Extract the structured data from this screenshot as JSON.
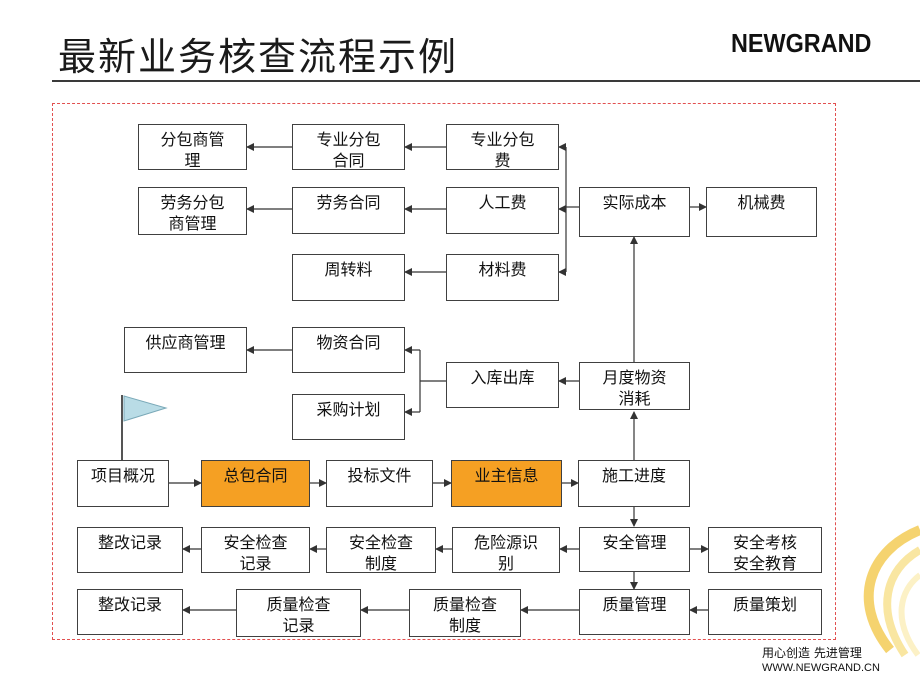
{
  "title": "最新业务核查流程示例",
  "logo": "NEWGRAND",
  "footer": {
    "slogan": "用心创造 先进管理",
    "url": "WWW.NEWGRAND.CN"
  },
  "nodes": {
    "subcontract_mgmt": [
      "分包商管",
      "理"
    ],
    "pro_subcontract_contract": [
      "专业分包",
      "合同"
    ],
    "pro_subcontract_fee": [
      "专业分包",
      "费"
    ],
    "labor_subcontract_mgmt": [
      "劳务分包",
      "商管理"
    ],
    "labor_contract": [
      "劳务合同"
    ],
    "labor_fee": [
      "人工费"
    ],
    "actual_cost": [
      "实际成本"
    ],
    "machinery_fee": [
      "机械费"
    ],
    "turnover_material": [
      "周转料"
    ],
    "material_fee": [
      "材料费"
    ],
    "supplier_mgmt": [
      "供应商管理"
    ],
    "material_contract": [
      "物资合同"
    ],
    "warehouse_io": [
      "入库出库"
    ],
    "monthly_consumption": [
      "月度物资",
      "消耗"
    ],
    "purchase_plan": [
      "采购计划"
    ],
    "project_overview": [
      "项目概况"
    ],
    "general_contract": [
      "总包合同"
    ],
    "bid_document": [
      "投标文件"
    ],
    "owner_info": [
      "业主信息"
    ],
    "construction_progress": [
      "施工进度"
    ],
    "rectify_record_1": [
      "整改记录"
    ],
    "safety_check_record": [
      "安全检查",
      "记录"
    ],
    "safety_check_system": [
      "安全检查",
      "制度"
    ],
    "hazard_identification": [
      "危险源识",
      "别"
    ],
    "safety_mgmt": [
      "安全管理"
    ],
    "safety_assessment": [
      "安全考核",
      "安全教育"
    ],
    "rectify_record_2": [
      "整改记录"
    ],
    "quality_check_record": [
      "质量检查",
      "记录"
    ],
    "quality_check_system": [
      "质量检查",
      "制度"
    ],
    "quality_mgmt": [
      "质量管理"
    ],
    "quality_planning": [
      "质量策划"
    ]
  },
  "colors": {
    "highlight": "#f5a023",
    "frame": "#e25050",
    "flag": "#b9dce6"
  }
}
